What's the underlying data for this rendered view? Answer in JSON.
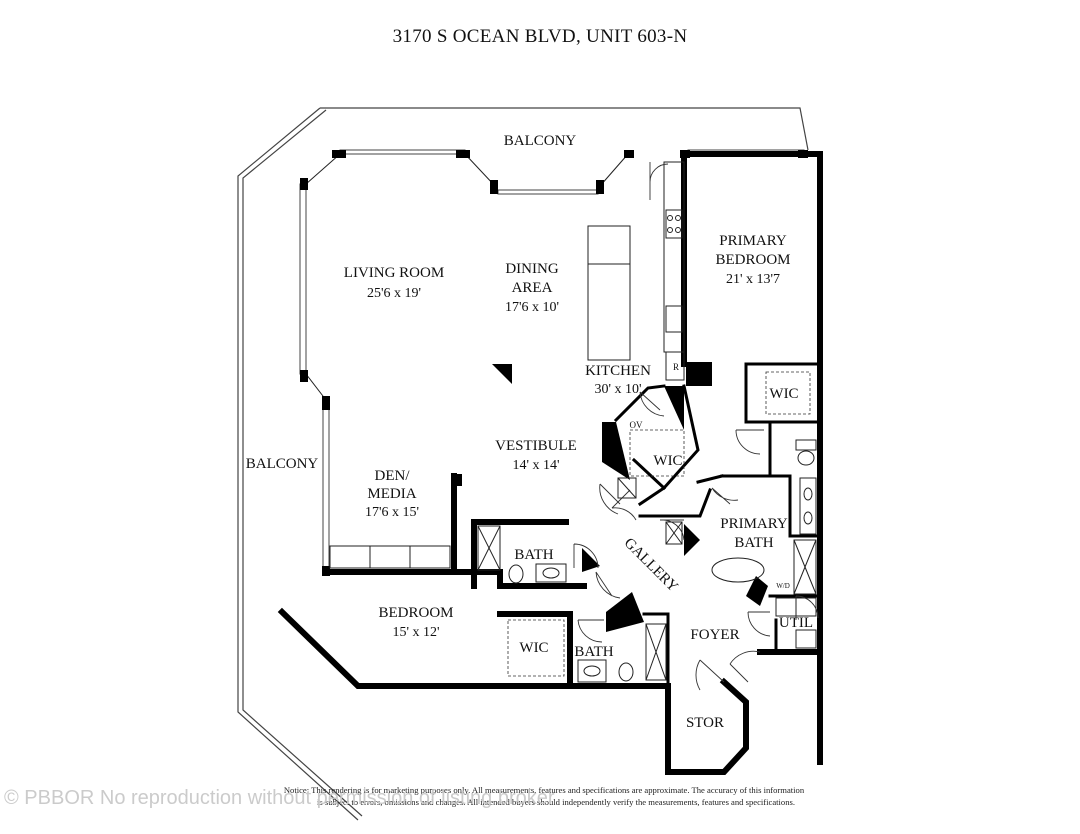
{
  "title": "3170 S OCEAN BLVD, UNIT 603-N",
  "rooms": {
    "balcony_top": "BALCONY",
    "balcony_left": "BALCONY",
    "living": {
      "name": "LIVING ROOM",
      "dim": "25'6 x 19'"
    },
    "dining": {
      "name1": "DINING",
      "name2": "AREA",
      "dim": "17'6 x 10'"
    },
    "primary_bedroom": {
      "name1": "PRIMARY",
      "name2": "BEDROOM",
      "dim": "21' x 13'7"
    },
    "kitchen": {
      "name": "KITCHEN",
      "dim": "30' x 10'"
    },
    "vestibule": {
      "name": "VESTIBULE",
      "dim": "14' x 14'"
    },
    "den": {
      "name1": "DEN/",
      "name2": "MEDIA",
      "dim": "17'6 x 15'"
    },
    "bedroom": {
      "name": "BEDROOM",
      "dim": "15' x 12'"
    },
    "bath1": "BATH",
    "bath2": "BATH",
    "wic_primary": "WIC",
    "wic_center": "WIC",
    "wic_bedroom": "WIC",
    "gallery": "GALLERY",
    "primary_bath": {
      "name1": "PRIMARY",
      "name2": "BATH"
    },
    "foyer": "FOYER",
    "util": "UTIL",
    "stor": "STOR",
    "ov": "OV",
    "r": "R",
    "wd": "W/D"
  },
  "notice": {
    "line1": "Notice: This rendering is for marketing purposes only. All measurements, features and specifications are approximate. The accuracy of this information",
    "line2": "is subject to errors, omissions and changes. All intended buyers should independently verify the measurements, features and specifications."
  },
  "watermark": "© PBBOR No reproduction without permission of listing broker"
}
